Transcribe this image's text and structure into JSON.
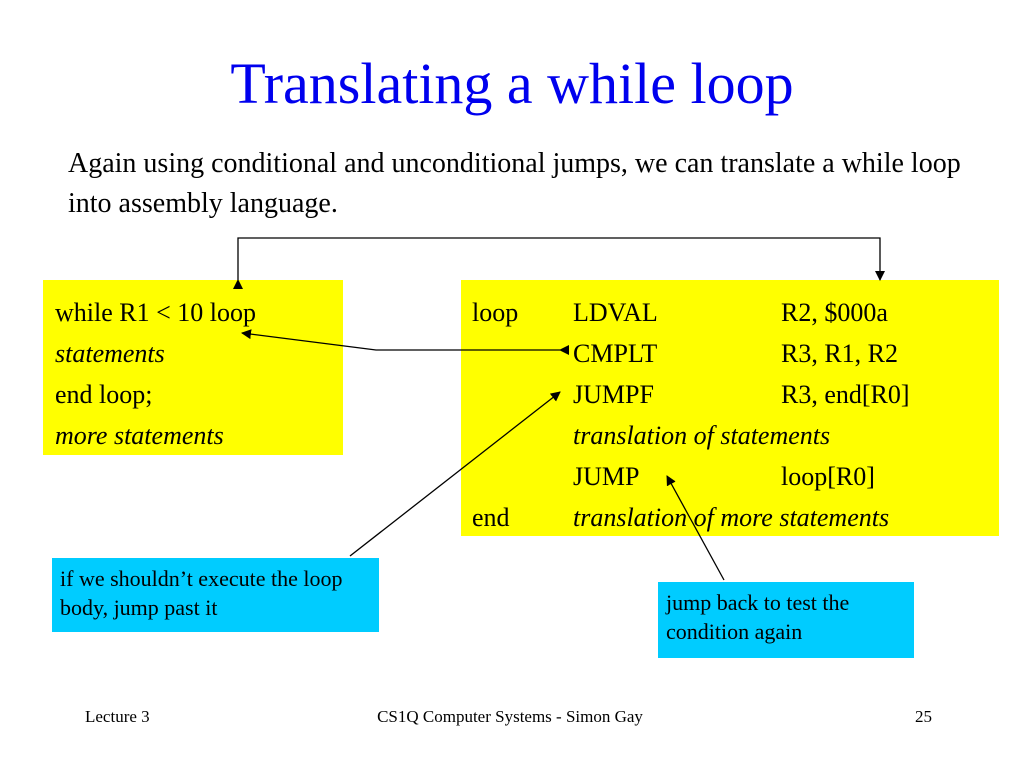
{
  "slide": {
    "title": "Translating a while loop",
    "intro": "Again using conditional and unconditional jumps, we can translate a while loop into assembly language."
  },
  "source_code": {
    "lines": [
      "while  R1 < 10  loop",
      "statements",
      "end loop;",
      "more statements"
    ]
  },
  "assembly": {
    "rows": [
      {
        "label": "loop",
        "op": "LDVAL",
        "arg": "R2, $000a"
      },
      {
        "label": "",
        "op": "CMPLT",
        "arg": "R3, R1, R2"
      },
      {
        "label": "",
        "op": "JUMPF",
        "arg": "R3, end[R0]"
      },
      {
        "label": "",
        "op": "translation of statements",
        "arg": ""
      },
      {
        "label": "",
        "op": "JUMP",
        "arg": "loop[R0]"
      },
      {
        "label": "end",
        "op": "translation of more statements",
        "arg": ""
      }
    ]
  },
  "notes": {
    "skip_body": "if we shouldn’t execute the loop body, jump past it",
    "jump_back": "jump back to test the condition again"
  },
  "footer": {
    "lecture": "Lecture 3",
    "course": "CS1Q Computer Systems - Simon Gay",
    "page": "25"
  },
  "colors": {
    "title": "#0000ee",
    "code_box": "#ffff00",
    "note_box": "#00ccff"
  }
}
